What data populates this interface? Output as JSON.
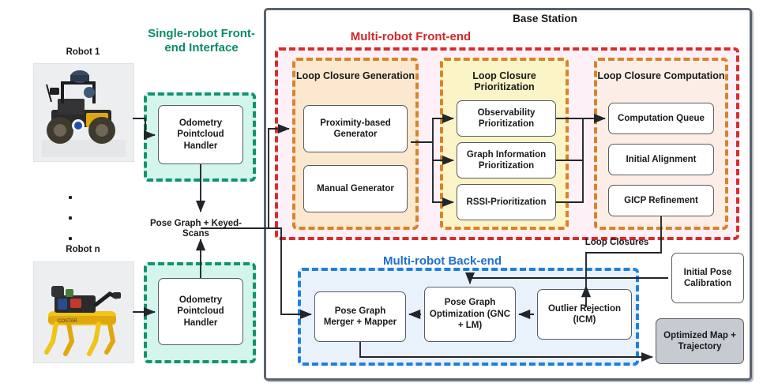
{
  "diagram": {
    "base_station": {
      "title": "Base Station"
    },
    "sections": {
      "single_robot_interface": {
        "title": "Single-robot Front-end Interface",
        "color": "#0c8a6a"
      },
      "multi_robot_frontend": {
        "title": "Multi-robot Front-end",
        "color": "#d32626"
      },
      "multi_robot_backend": {
        "title": "Multi-robot Back-end",
        "color": "#1f6fd0"
      }
    },
    "groups": {
      "loop_closure_generation": {
        "title": "Loop Closure Generation",
        "color": "#d9822b",
        "fill": "#fbe8cf"
      },
      "loop_closure_prioritization": {
        "title": "Loop Closure Prioritization",
        "color": "#d9822b",
        "fill": "#fbf4c6"
      },
      "loop_closure_computation": {
        "title": "Loop Closure Computation",
        "color": "#d9822b",
        "fill": "#fceee7"
      }
    },
    "robots": [
      {
        "label": "Robot 1",
        "handler": "Odometry Pointcloud Handler"
      },
      {
        "label": "Robot n",
        "handler": "Odometry Pointcloud Handler"
      }
    ],
    "ellipsis": "·",
    "nodes": {
      "proximity_generator": "Proximity-based Generator",
      "manual_generator": "Manual Generator",
      "observability_prioritization": "Observability Prioritization",
      "graph_information_prioritization": "Graph Information Prioritization",
      "rssi_prioritization": "RSSI-Prioritization",
      "computation_queue": "Computation Queue",
      "initial_alignment": "Initial Alignment",
      "gicp_refinement": "GICP Refinement",
      "pose_graph_merger": "Pose Graph Merger + Mapper",
      "pose_graph_optimization": "Pose Graph Optimization (GNC + LM)",
      "outlier_rejection": "Outlier Rejection (ICM)",
      "initial_pose_calibration": "Initial Pose Calibration",
      "optimized_map": "Optimized Map + Trajectory"
    },
    "edge_labels": {
      "pose_graph_keyed_scans": "Pose Graph + Keyed-Scans",
      "loop_closures": "Loop Closures"
    }
  }
}
